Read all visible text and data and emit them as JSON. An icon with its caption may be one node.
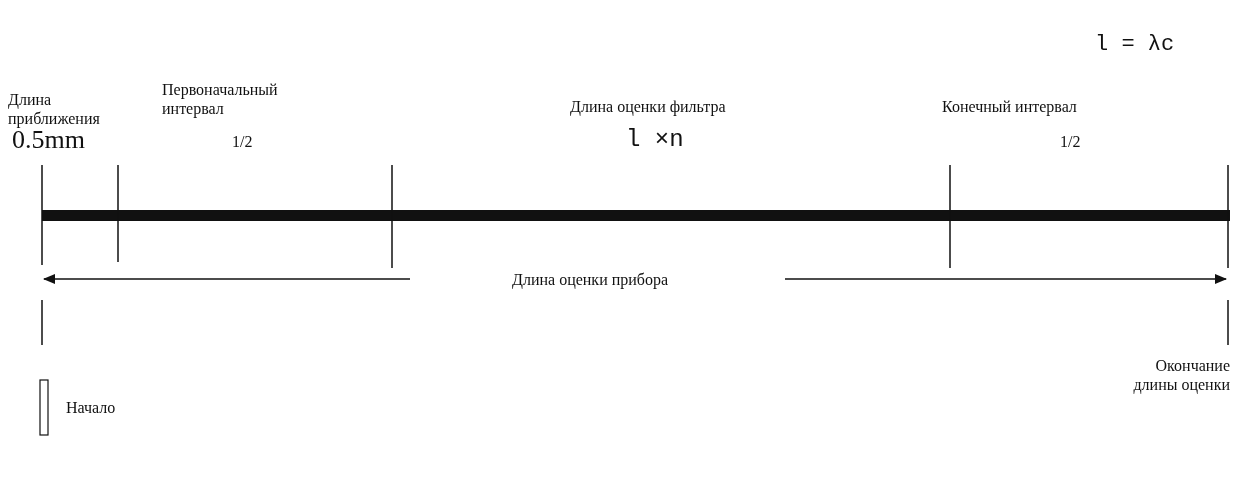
{
  "diagram": {
    "labels": [
      "l = λc",
      "Длина приближения",
      "Первоначальный интервал",
      "Длина оценки фильтра",
      "Конечный интервал",
      "0.5mm",
      "1/2",
      "l ×n",
      "1/2",
      "Длина оценки прибора",
      "Окончание длины оценки",
      "Начало"
    ]
  }
}
